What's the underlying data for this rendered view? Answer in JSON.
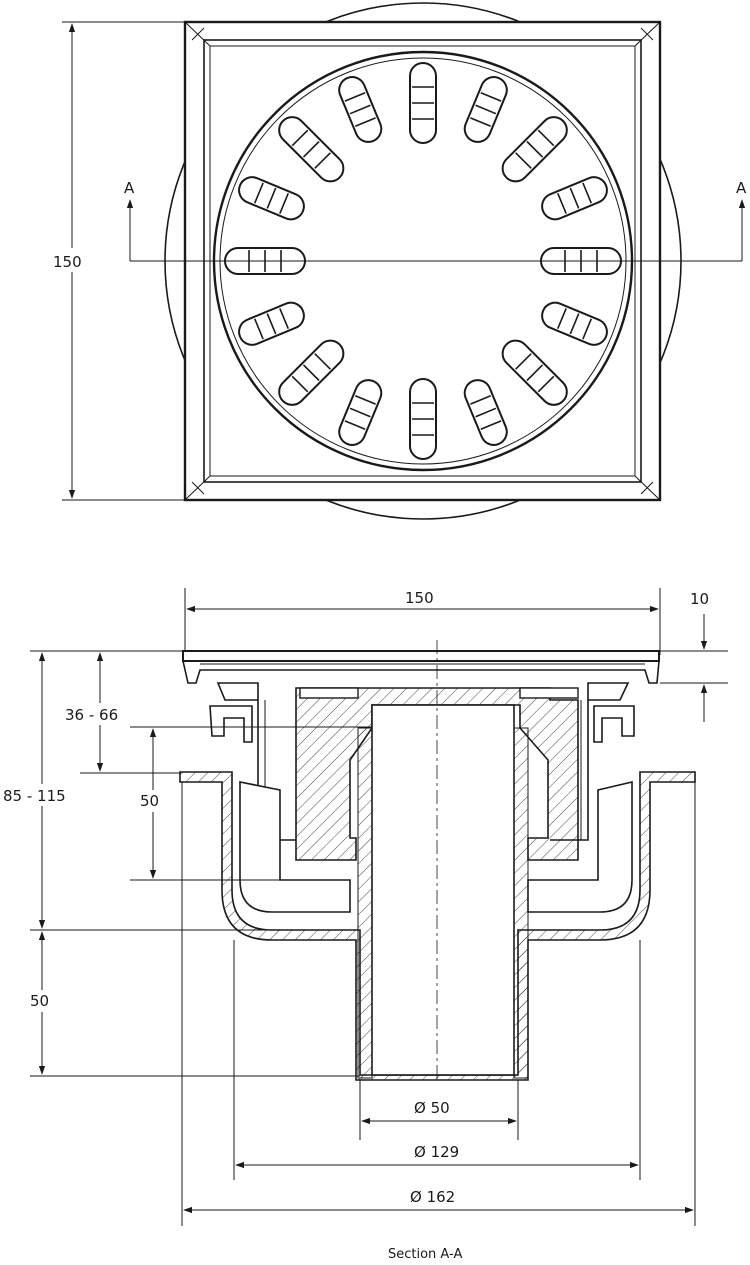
{
  "plan_view": {
    "height_label": "150",
    "section_mark_left": "A",
    "section_mark_right": "A"
  },
  "section_view": {
    "top_width_label": "150",
    "frame_thickness_label": "10",
    "adjust_range_label": "36 - 66",
    "overall_height_label": "85 - 115",
    "water_seal_label": "50",
    "outlet_length_label": "50",
    "outlet_dia_label": "Ø 50",
    "body_dia_label": "Ø 129",
    "flange_dia_label": "Ø 162",
    "caption": "Section A-A"
  },
  "colors": {
    "line": "#1a1a1a",
    "background": "#ffffff"
  }
}
